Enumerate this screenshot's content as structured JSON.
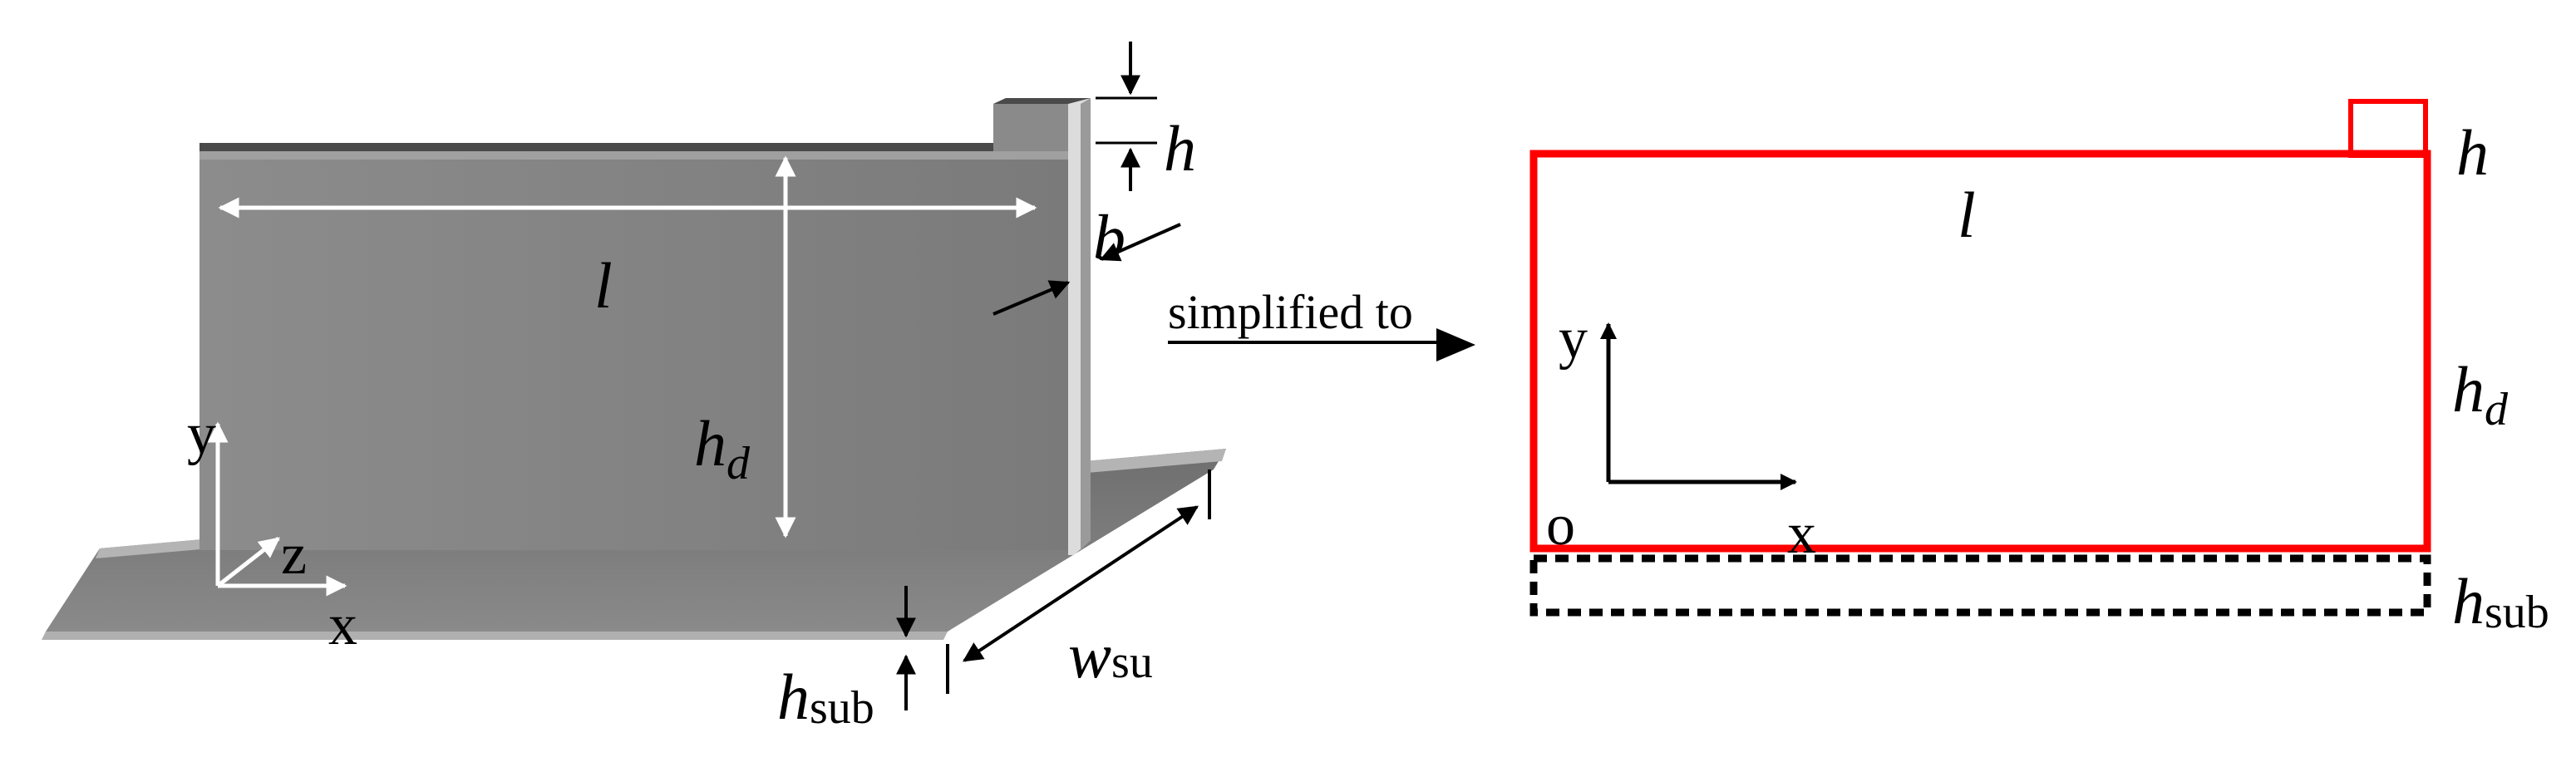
{
  "left_figure": {
    "labels": {
      "length": "l",
      "dam_height_main": "h",
      "dam_height_sub": "d",
      "step_height": "h",
      "thickness": "b",
      "substrate_height_main": "h",
      "substrate_height_sub": "sub",
      "substrate_width_main": "w",
      "substrate_width_sub": "su"
    },
    "axes": {
      "y": "y",
      "z": "z",
      "x": "x"
    }
  },
  "arrow_label": "simplified to",
  "right_figure": {
    "labels": {
      "length": "l",
      "step_height": "h",
      "dam_height_main": "h",
      "dam_height_sub": "d",
      "substrate_height_main": "h",
      "substrate_height_sub": "sub"
    },
    "axes": {
      "origin": "o",
      "x": "x",
      "y": "y"
    }
  },
  "colors": {
    "outline": "#ff0000",
    "dam_face": "#8a8a8a",
    "dam_top": "#4a4a4a",
    "substrate": "#7b7b7b",
    "substrate_light": "#b0b0b0"
  }
}
